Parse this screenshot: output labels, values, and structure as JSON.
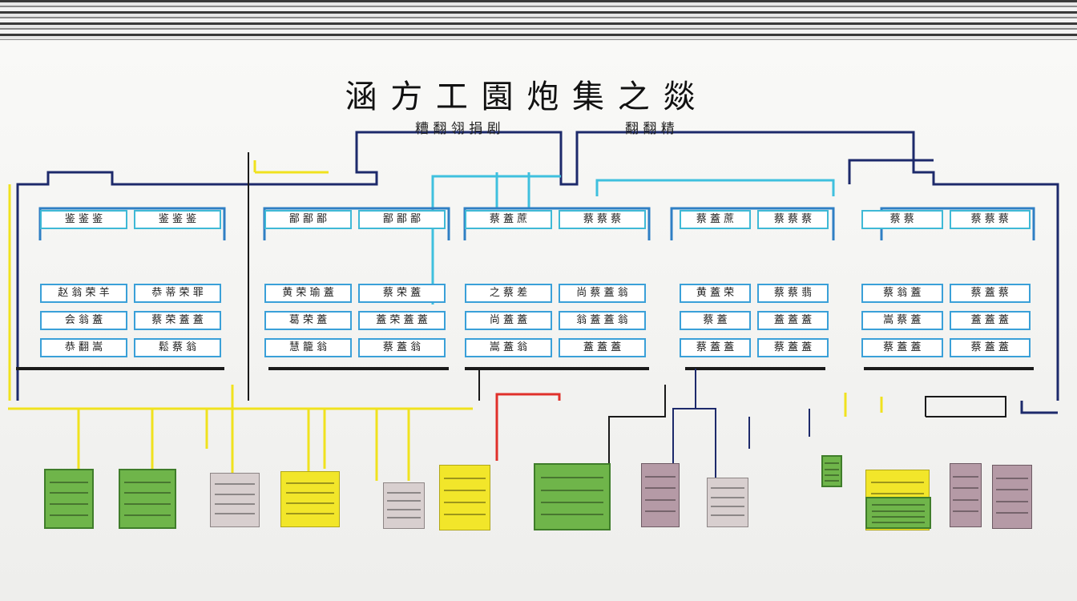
{
  "title": "涵 方 工 園 炮 集 之 燚",
  "subtitles": [
    "糟 翻 翎 捐 剧",
    "翻 翻 精"
  ],
  "panels": [
    {
      "header": [
        "鉴 鉴 鉴",
        "鉴 鉴 鉴"
      ],
      "rows": [
        [
          "赵 翁 荣 羊",
          "恭 蒂 荣 罪"
        ],
        [
          "会 翁 蓋",
          "蔡 荣 蓋 蓋"
        ],
        [
          "恭 翻 嵩",
          "鬆 蔡 翁"
        ]
      ]
    },
    {
      "header": [
        "鄙 鄙 鄙",
        "鄙 鄙 鄙"
      ],
      "rows": [
        [
          "黄 荣 瑜 蓋",
          "蔡 荣 蓋"
        ],
        [
          "葛 荣 蓋",
          "蓋 荣 蓋 蓋"
        ],
        [
          "慧 籠 翁",
          "蔡 蓋 翁"
        ]
      ]
    },
    {
      "header": [
        "蔡 蓋 蔗",
        "蔡 蔡 蔡"
      ],
      "rows": [
        [
          "之 蔡 差",
          "尚 蔡 蓋 翁"
        ],
        [
          "尚 蓋 蓋",
          "翁 蓋 蓋 翁"
        ],
        [
          "嵩 蓋 翁",
          "蓋 蓋 蓋"
        ]
      ]
    },
    {
      "header": [
        "蔡 蓋 蔗",
        "蔡 蔡 蔡"
      ],
      "rows": [
        [
          "黄 蓋 荣",
          "蔡 蔡 翡"
        ],
        [
          "蔡 蓋",
          "蓋 蓋 蓋"
        ],
        [
          "蔡 蓋 蓋",
          "蔡 蓋 蓋"
        ]
      ]
    },
    {
      "header": [
        "蔡 蔡",
        "蔡 蔡 蔡"
      ],
      "rows": [
        [
          "蔡 翁 蓋",
          "蔡 蓋 蔡"
        ],
        [
          "嵩 蔡 蓋",
          "蓋 蓋 蓋"
        ],
        [
          "蔡 蓋 蓋",
          "蔡 蓋 蓋"
        ]
      ]
    }
  ],
  "devices": [
    {
      "color": "green"
    },
    {
      "color": "green"
    },
    {
      "color": "grey"
    },
    {
      "color": "yellow"
    },
    {
      "color": "grey"
    },
    {
      "color": "yellow"
    },
    {
      "color": "green"
    },
    {
      "color": "mauve"
    },
    {
      "color": "grey"
    },
    {
      "color": "green"
    },
    {
      "color": "yellow"
    },
    {
      "color": "green"
    },
    {
      "color": "mauve"
    },
    {
      "color": "mauve"
    }
  ],
  "colors": {
    "navy_wire": "#1d2a6b",
    "cyan_wire": "#3fc0de",
    "blue_wire": "#2f7fc4",
    "yellow_wire": "#f0e21e",
    "red_wire": "#e0302a",
    "black_wire": "#1a1a1a"
  }
}
